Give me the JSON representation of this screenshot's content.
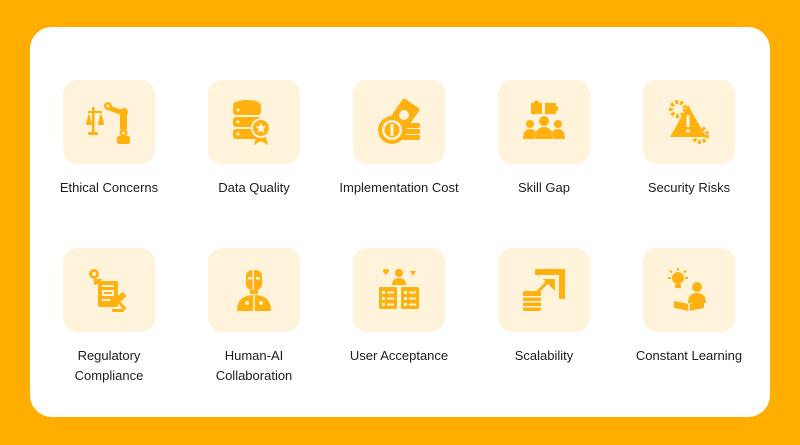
{
  "colors": {
    "background": "#FFAE00",
    "card": "#FFFFFF",
    "tile": "#FFF3DC",
    "icon": "#FFB20F",
    "text": "#1C1C1C"
  },
  "items": [
    {
      "label": "Ethical Concerns",
      "icon": "robot-arm-scales-icon"
    },
    {
      "label": "Data Quality",
      "icon": "database-badge-icon"
    },
    {
      "label": "Implementation Cost",
      "icon": "coins-banknote-icon"
    },
    {
      "label": "Skill Gap",
      "icon": "team-puzzle-icon"
    },
    {
      "label": "Security Risks",
      "icon": "warning-gears-icon"
    },
    {
      "label": "Regulatory\nCompliance",
      "icon": "document-gavel-icon"
    },
    {
      "label": "Human-AI\nCollaboration",
      "icon": "human-robot-icon"
    },
    {
      "label": "User Acceptance",
      "icon": "user-checklist-icon"
    },
    {
      "label": "Scalability",
      "icon": "scale-up-arrow-icon"
    },
    {
      "label": "Constant Learning",
      "icon": "reader-bulb-icon"
    }
  ]
}
